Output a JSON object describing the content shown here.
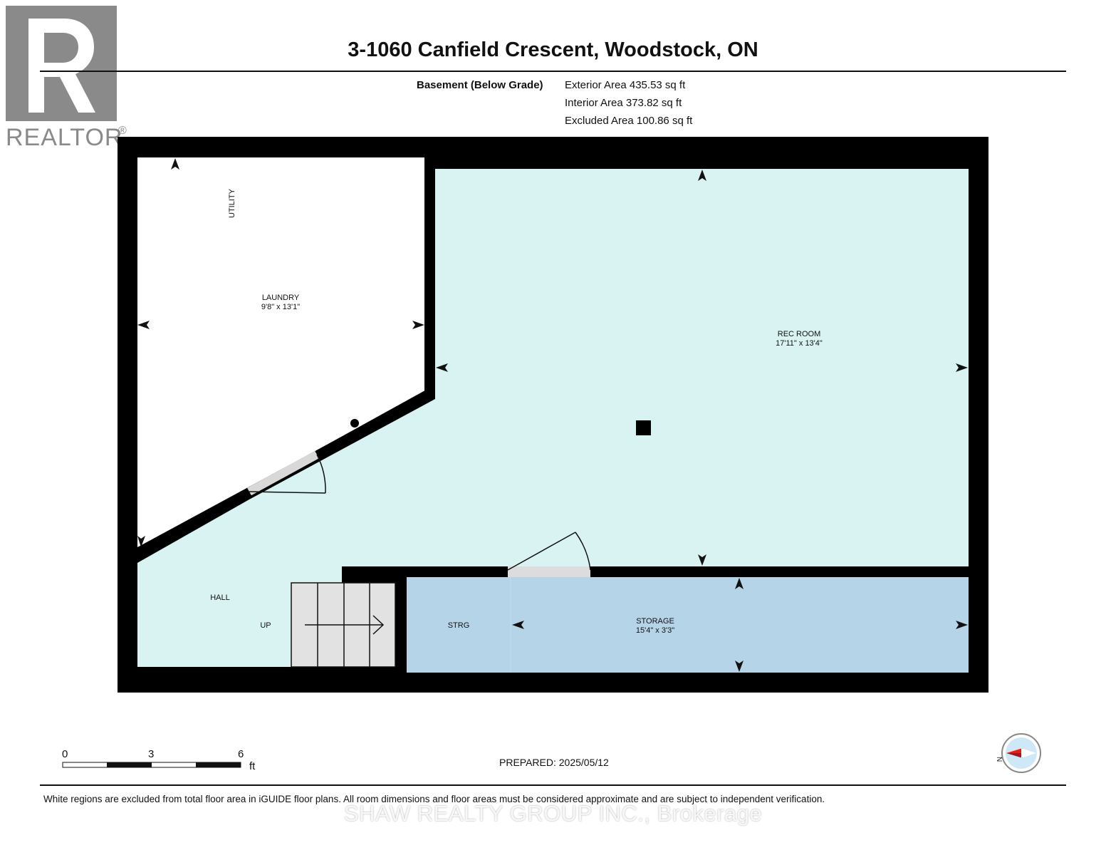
{
  "header": {
    "title": "3-1060 Canfield Crescent, Woodstock, ON"
  },
  "areas": {
    "level": "Basement (Below Grade)",
    "exterior": "Exterior Area 435.53 sq ft",
    "interior": "Interior Area 373.82 sq ft",
    "excluded": "Excluded Area 100.86 sq ft"
  },
  "logo": {
    "text": "REALTOR",
    "mark": "®"
  },
  "rooms": {
    "utility": "UTILITY",
    "laundry_name": "LAUNDRY",
    "laundry_dims": "9'8\" x 13'1\"",
    "rec_name": "REC ROOM",
    "rec_dims": "17'11\" x 13'4\"",
    "hall": "HALL",
    "up": "UP",
    "strg": "STRG",
    "storage_name": "STORAGE",
    "storage_dims": "15'4\" x 3'3\""
  },
  "scale": {
    "t0": "0",
    "t3": "3",
    "t6": "6",
    "unit": "ft"
  },
  "compass": {
    "label": "N"
  },
  "footer": {
    "prepared": "PREPARED: 2025/05/12",
    "disclaimer": "White regions are excluded from total floor area in iGUIDE floor plans. All room dimensions and floor areas must be considered approximate and are subject to independent verification.",
    "watermark": "SHAW REALTY GROUP INC., Brokerage"
  },
  "colors": {
    "wall": "#000000",
    "rec_fill": "#d9f2f2",
    "storage_fill": "#b6d4e8",
    "stair_fill": "#e2e2e2",
    "logo_gray": "#8a8a8a",
    "compass_red": "#e0201a"
  }
}
